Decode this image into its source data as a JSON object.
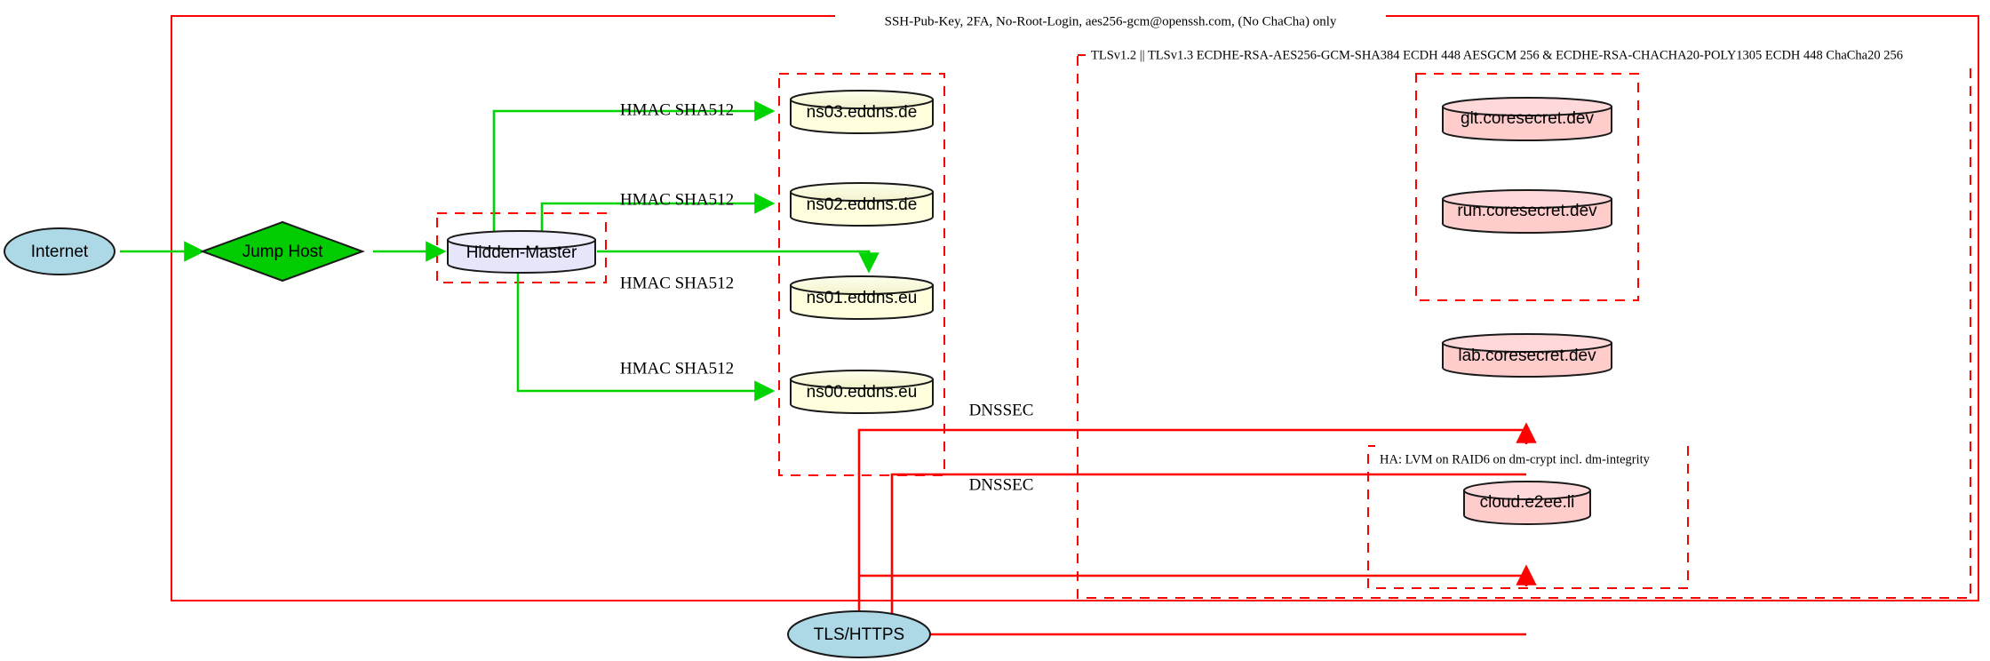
{
  "diagram": {
    "title": "SSH-Pub-Key, 2FA, No-Root-Login, aes256-gcm@openssh.com, (No ChaCha) only",
    "clusters": {
      "tls_policy": "TLSv1.2 || TLSv1.3 ECDHE-RSA-AES256-GCM-SHA384 ECDH 448 AESGCM 256 & ECDHE-RSA-CHACHA20-POLY1305 ECDH 448 ChaCha20 256",
      "ha_policy": "HA: LVM on RAID6 on dm-crypt incl. dm-integrity"
    },
    "nodes": {
      "internet": "Internet",
      "jump_host": "Jump Host",
      "hidden_master": "Hidden-Master",
      "ns03": "ns03.eddns.de",
      "ns02": "ns02.eddns.de",
      "ns01": "ns01.eddns.eu",
      "ns00": "ns00.eddns.eu",
      "git": "git.coresecret.dev",
      "run": "run.coresecret.dev",
      "lab": "lab.coresecret.dev",
      "cloud": "cloud.e2ee.li",
      "tls_https": "TLS/HTTPS"
    },
    "edge_labels": {
      "hmac_ns03": "HMAC SHA512",
      "hmac_ns02": "HMAC SHA512",
      "hmac_ns01": "HMAC SHA512",
      "hmac_ns00": "HMAC SHA512",
      "dnssec_upper": "DNSSEC",
      "dnssec_lower": "DNSSEC"
    },
    "colors": {
      "frame_red": "#ff0000",
      "edge_green": "#00d400",
      "internet_fill": "#add8e6",
      "jump_fill": "#00cc00",
      "master_fill": "#e6e6fa",
      "ns_fill": "#ffffdd",
      "service_fill": "#ffcccc",
      "stroke_dark": "#1a1a1a"
    }
  }
}
